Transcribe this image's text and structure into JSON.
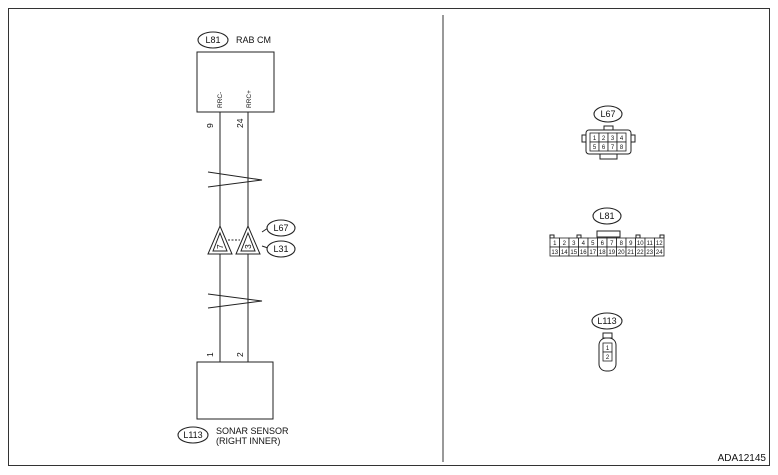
{
  "left": {
    "module": {
      "connector_id": "L81",
      "name": "RAB CM",
      "pin_labels": [
        "RRC-",
        "RRC+"
      ],
      "pin_numbers": [
        "9",
        "24"
      ]
    },
    "joint": {
      "pins": [
        "7",
        "3"
      ],
      "connector_ids": [
        "L67",
        "L31"
      ]
    },
    "sensor": {
      "connector_id": "L113",
      "name_line1": "SONAR SENSOR",
      "name_line2": "(RIGHT INNER)",
      "pin_numbers": [
        "1",
        "2"
      ]
    }
  },
  "right": {
    "conn_l67": {
      "id": "L67",
      "row1": [
        "1",
        "2",
        "3",
        "4"
      ],
      "row2": [
        "5",
        "6",
        "7",
        "8"
      ]
    },
    "conn_l81": {
      "id": "L81",
      "row1": [
        "1",
        "2",
        "3",
        "4",
        "5",
        "6",
        "7",
        "8",
        "9",
        "10",
        "11",
        "12"
      ],
      "row2": [
        "13",
        "14",
        "15",
        "16",
        "17",
        "18",
        "19",
        "20",
        "21",
        "22",
        "23",
        "24"
      ]
    },
    "conn_l113": {
      "id": "L113",
      "pins": [
        "1",
        "2"
      ]
    }
  },
  "code": "ADA12145"
}
